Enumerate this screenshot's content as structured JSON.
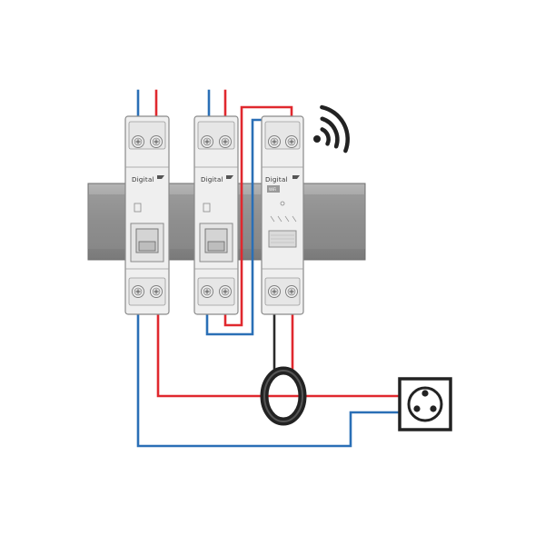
{
  "colors": {
    "phase": "#e0282e",
    "neutral": "#2a6fb6",
    "sense": "#2b2b2b",
    "rail": "#9a9a9a",
    "module": "#efefef",
    "outline": "#8a8a8a"
  },
  "breaker1": {
    "brand": "Digital"
  },
  "breaker2": {
    "brand": "Digital"
  },
  "meter": {
    "brand": "Digital",
    "badge": "WiFi"
  },
  "icons": {
    "wifi": "wifi-signal-icon",
    "socket": "power-socket-icon",
    "sensor": "current-sensor-ring"
  }
}
